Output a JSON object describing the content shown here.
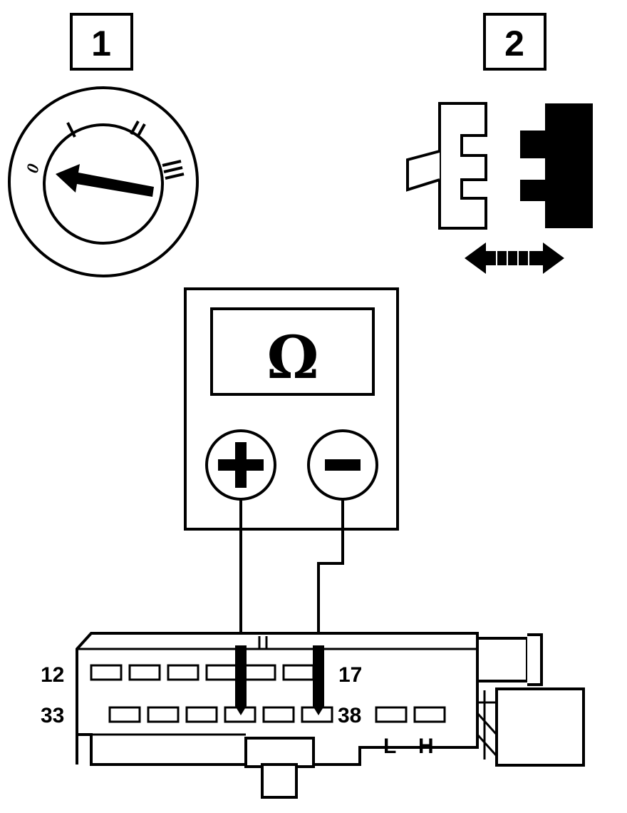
{
  "steps": {
    "step1_label": "1",
    "step2_label": "2"
  },
  "ignition_switch": {
    "positions": [
      "0",
      "I",
      "II",
      "III"
    ],
    "selected": "0"
  },
  "multimeter": {
    "display_symbol": "Ω",
    "positive_terminal": "+",
    "negative_terminal": "−"
  },
  "connector": {
    "row_top": {
      "first_pin": "12",
      "last_pin": "17"
    },
    "row_bottom": {
      "first_pin": "33",
      "last_pin": "38"
    },
    "can_low_label": "L",
    "can_high_label": "H"
  },
  "colors": {
    "line": "#000000",
    "background": "#ffffff"
  }
}
